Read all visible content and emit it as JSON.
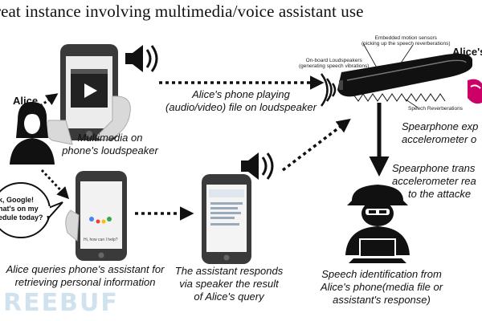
{
  "title": "reat instance involving multimedia/voice assistant use",
  "labels": {
    "alice": "Alice",
    "alices": "Alice's",
    "multimedia_cap": [
      "Multimedia on",
      "phone's loudspeaker"
    ],
    "playing_cap": [
      "Alice's phone playing",
      "(audio/video) file on loudspeaker"
    ],
    "expl_cap": [
      "Spearphone exp",
      "accelerometer o"
    ],
    "trans_cap": [
      "Spearphone trans",
      "accelerometer rea",
      "to the attacke"
    ],
    "query_cap": [
      "Alice queries phone's assistant for",
      "retrieving personal information"
    ],
    "responds_cap": [
      "The assistant responds",
      "via speaker the result",
      "of Alice's query"
    ],
    "speechid_cap": [
      "Speech identification from",
      "Alice's phone(media file or",
      "assistant's response)"
    ],
    "bubble": [
      "k, Google!",
      "hat's on my",
      "edule today?"
    ],
    "onboard": [
      "On-board Loudspeakers",
      "(generating speech vibrations)"
    ],
    "embedded": [
      "Embedded motion sensors",
      "(picking up the speech reverberations)"
    ],
    "reverb": "Speech Reverberations",
    "screen_prompt": "Hi, how can I help?",
    "watermark": "REEBUF"
  }
}
